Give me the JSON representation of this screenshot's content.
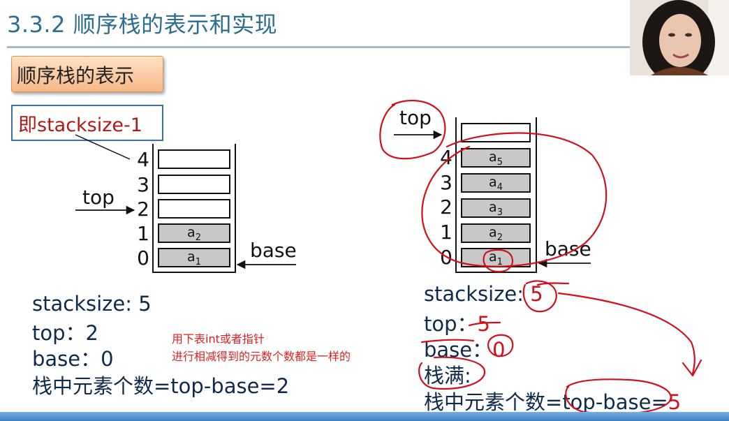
{
  "slide": {
    "title": "3.3.2 顺序栈的表示和实现",
    "section_label": "顺序栈的表示",
    "callout": "即stacksize-1"
  },
  "left_stack": {
    "indices": [
      "4",
      "3",
      "2",
      "1",
      "0"
    ],
    "cells": [
      {
        "label": "",
        "sub": ""
      },
      {
        "label": "",
        "sub": ""
      },
      {
        "label": "",
        "sub": ""
      },
      {
        "label": "a",
        "sub": "2"
      },
      {
        "label": "a",
        "sub": "1"
      }
    ],
    "top_label": "top",
    "base_label": "base",
    "info": {
      "stacksize": "stacksize: 5",
      "top": "top：2",
      "base": "base：0",
      "count": "栈中元素个数=top-base=2"
    }
  },
  "right_stack": {
    "indices": [
      "4",
      "3",
      "2",
      "1",
      "0"
    ],
    "cells": [
      {
        "label": "",
        "sub": ""
      },
      {
        "label": "a",
        "sub": "5"
      },
      {
        "label": "a",
        "sub": "4"
      },
      {
        "label": "a",
        "sub": "3"
      },
      {
        "label": "a",
        "sub": "2"
      },
      {
        "label": "a",
        "sub": "1"
      }
    ],
    "top_label": "top",
    "base_label": "base",
    "info": {
      "stacksize_key": "stacksize:",
      "stacksize_val": "5",
      "top_key": "top：",
      "top_val": "5",
      "base_key": "base：",
      "base_val": "0",
      "full": "栈满:",
      "count_key": "栈中元素个数=",
      "count_expr": "top-base",
      "count_eq": "=",
      "count_val": "5"
    }
  },
  "annotation_note": {
    "line1": "用下表int或者指针",
    "line2": "进行相减得到的元数个数都是一样的"
  },
  "colors": {
    "title": "#2a6f8f",
    "ink_red": "#d0101c",
    "callout_text": "#b01818",
    "cell_fill": "#c8c8c8",
    "section_bg": "#f7b889"
  }
}
